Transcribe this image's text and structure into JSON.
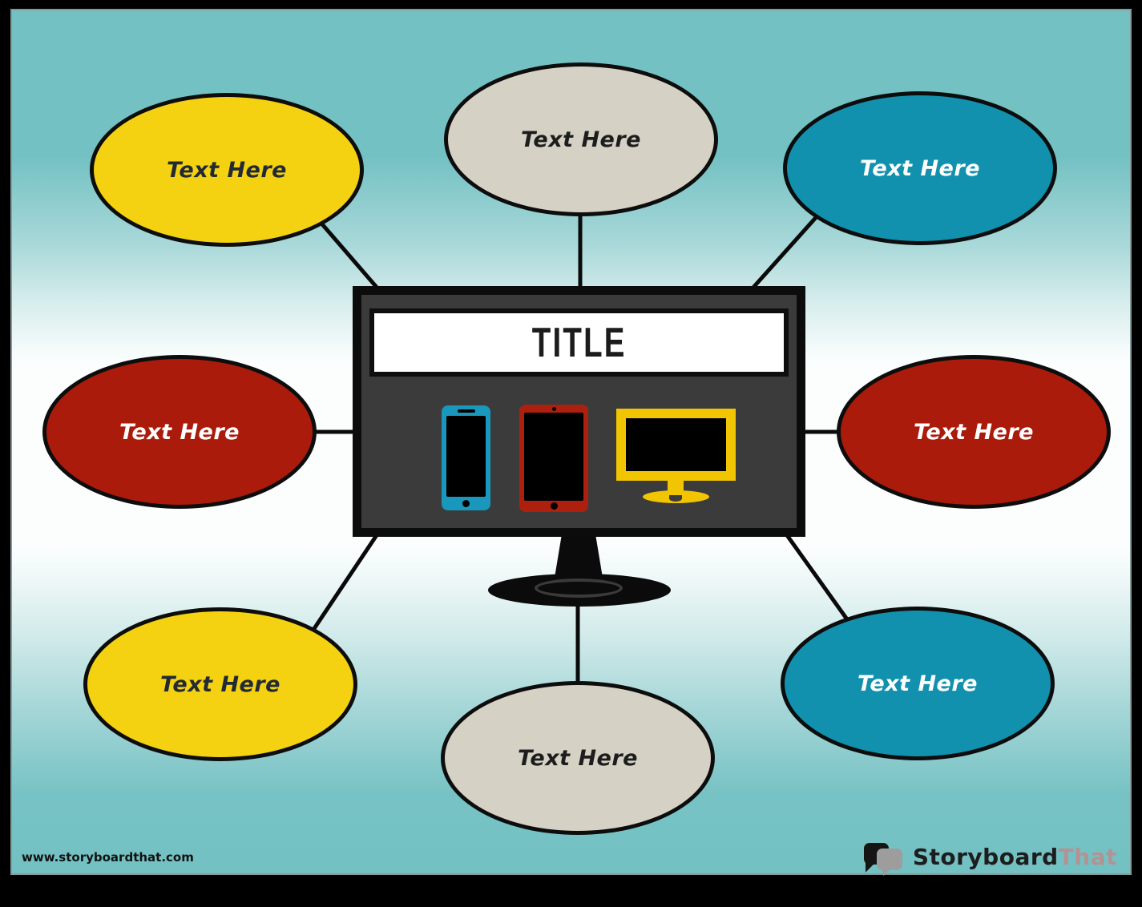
{
  "page": {
    "frame_color": "#000000",
    "background_top_color": "#74c1c3",
    "background_middle_color": "#fcfefe"
  },
  "center": {
    "title": "TITLE",
    "panel_color": "#3b3b3b",
    "device_icons": [
      {
        "name": "smartphone-icon",
        "color": "#1a97bc"
      },
      {
        "name": "tablet-icon",
        "color": "#ae200e"
      },
      {
        "name": "desktop-monitor-icon",
        "color": "#f2c502"
      }
    ]
  },
  "nodes": [
    {
      "id": "top-left",
      "label": "Text Here",
      "fill": "#f4d211",
      "text_color": "#222a33"
    },
    {
      "id": "top-center",
      "label": "Text Here",
      "fill": "#d5d2c5",
      "text_color": "#1d1d1d"
    },
    {
      "id": "top-right",
      "label": "Text Here",
      "fill": "#1191ae",
      "text_color": "#ffffff"
    },
    {
      "id": "middle-left",
      "label": "Text Here",
      "fill": "#aa1b0b",
      "text_color": "#ffffff"
    },
    {
      "id": "middle-right",
      "label": "Text Here",
      "fill": "#aa1b0b",
      "text_color": "#ffffff"
    },
    {
      "id": "bottom-left",
      "label": "Text Here",
      "fill": "#f4d211",
      "text_color": "#222a33"
    },
    {
      "id": "bottom-center",
      "label": "Text Here",
      "fill": "#d5d2c5",
      "text_color": "#1d1d1d"
    },
    {
      "id": "bottom-right",
      "label": "Text Here",
      "fill": "#1191ae",
      "text_color": "#ffffff"
    }
  ],
  "footer": {
    "website": "www.storyboardthat.com",
    "logo_primary": "Storyboard",
    "logo_secondary": "That",
    "logo_secondary_color": "#b29394"
  }
}
